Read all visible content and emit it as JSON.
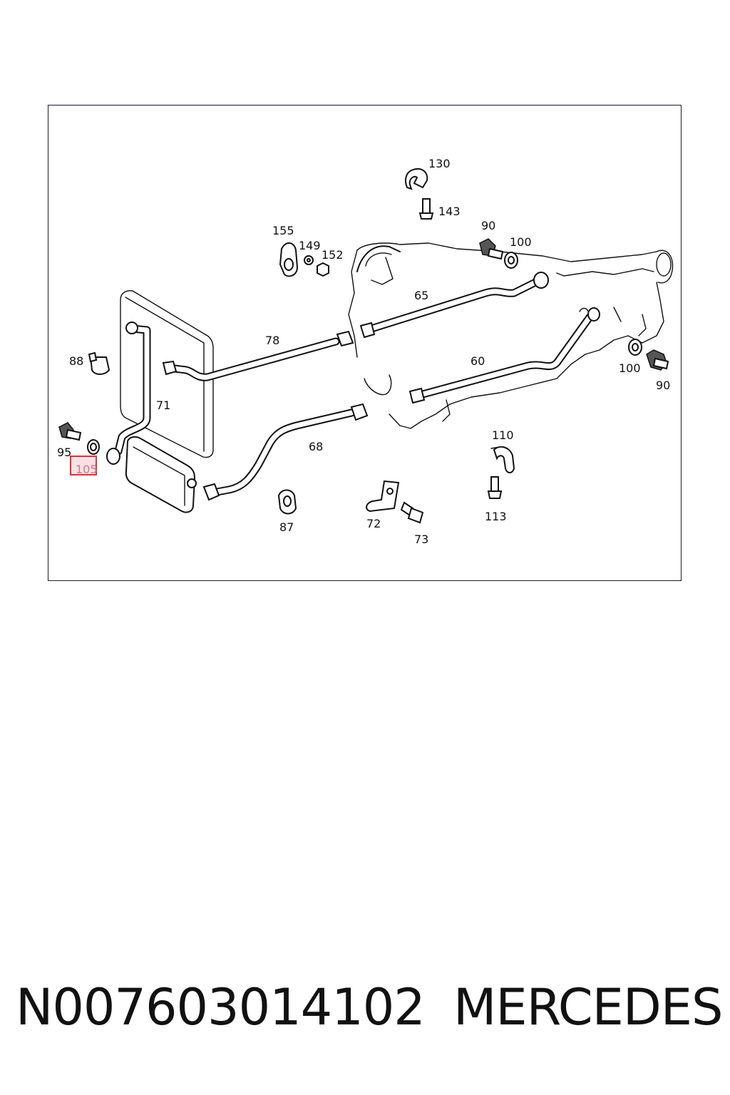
{
  "diagram": {
    "callouts": {
      "c130": "130",
      "c143": "143",
      "c155": "155",
      "c149": "149",
      "c152": "152",
      "c90a": "90",
      "c100a": "100",
      "c65": "65",
      "c78": "78",
      "c88": "88",
      "c60": "60",
      "c100b": "100",
      "c90b": "90",
      "c71": "71",
      "c95": "95",
      "c105": "105",
      "c68": "68",
      "c110": "110",
      "c87": "87",
      "c72": "72",
      "c73": "73",
      "c113": "113"
    },
    "highlighted_callout": "105",
    "highlight_color": "#e0303a"
  },
  "footer": {
    "part_number": "N007603014102",
    "brand": "MERCEDES"
  }
}
